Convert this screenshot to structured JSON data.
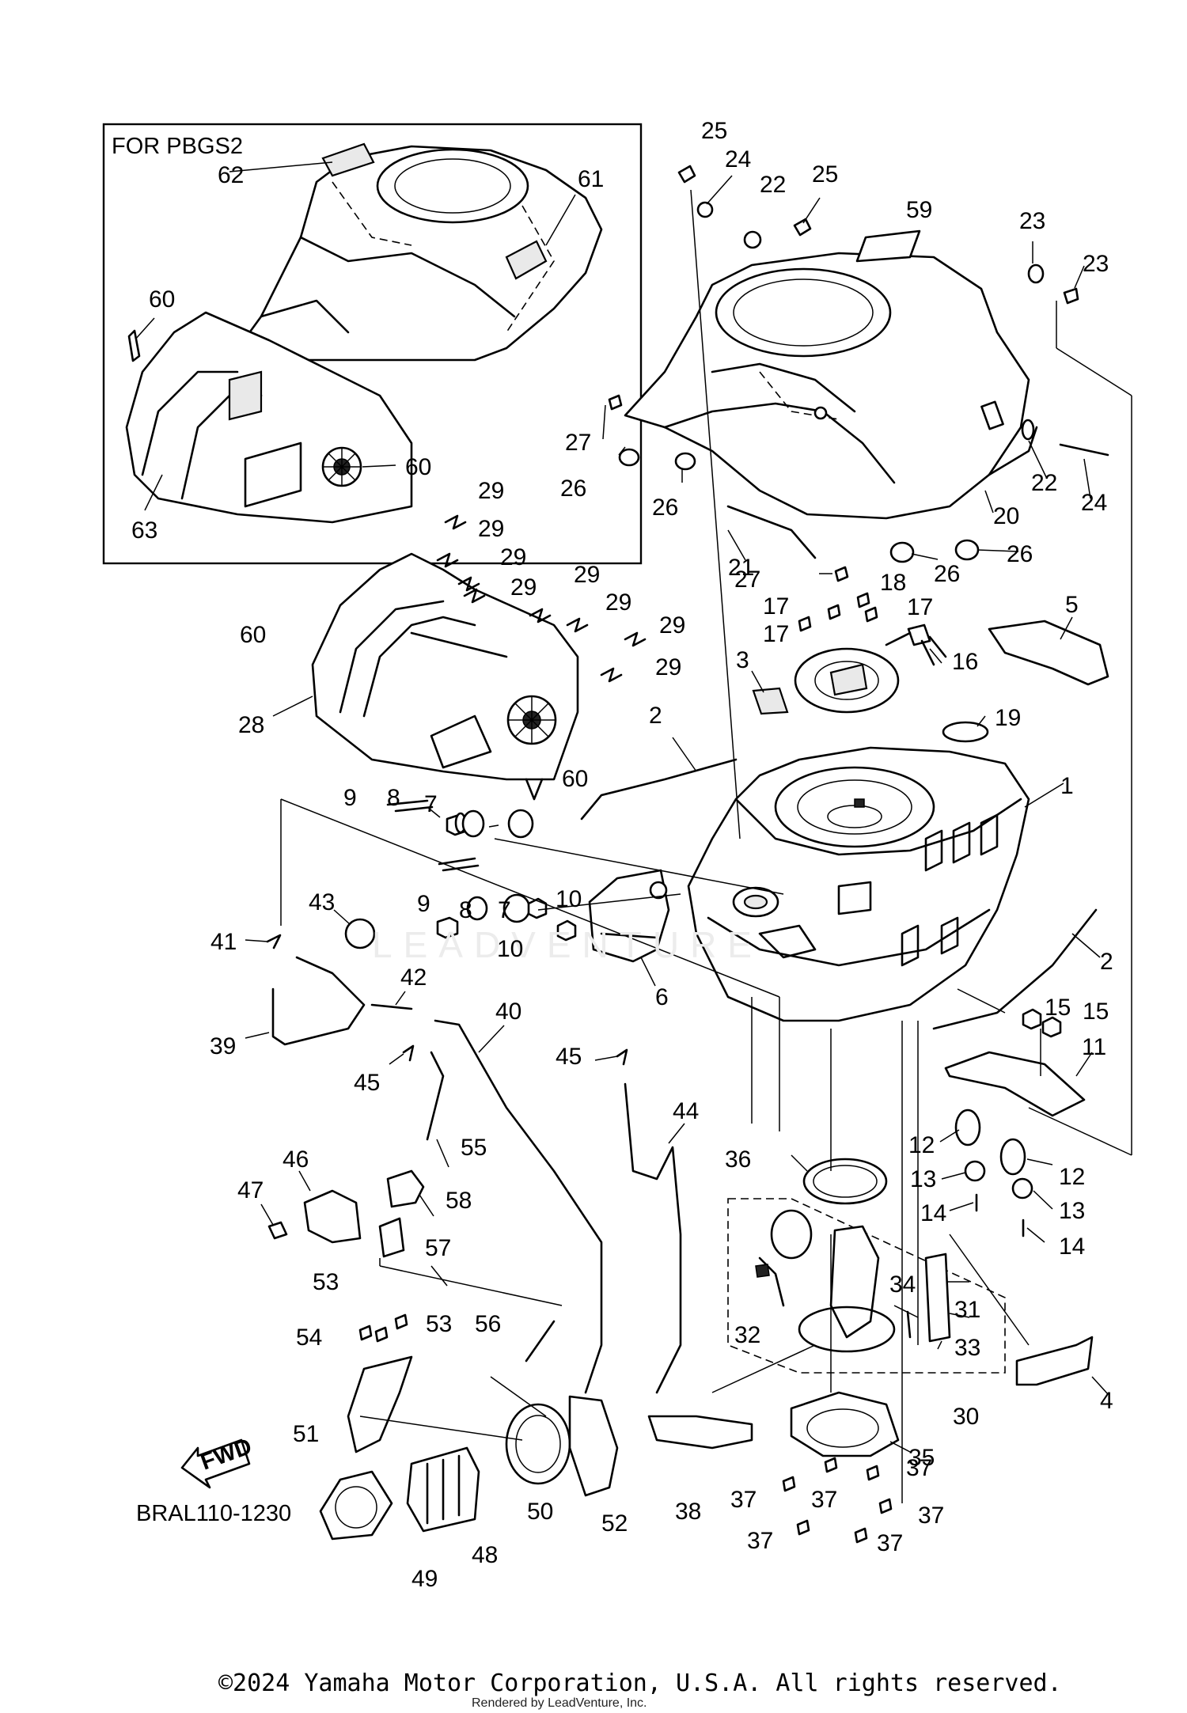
{
  "inset": {
    "title": "FOR PBGS2"
  },
  "diagram_code": "BRAL110-1230",
  "fwd_label": "FWD",
  "watermark": "LEADVENTURE",
  "copyright": "©2024 Yamaha Motor Corporation, U.S.A. All rights reserved.",
  "rendered_by": "Rendered by LeadVenture, Inc.",
  "callouts": [
    "1",
    "2",
    "2",
    "3",
    "4",
    "5",
    "6",
    "7",
    "7",
    "8",
    "8",
    "9",
    "9",
    "10",
    "10",
    "11",
    "12",
    "12",
    "13",
    "13",
    "14",
    "14",
    "15",
    "15",
    "16",
    "17",
    "17",
    "17",
    "18",
    "19",
    "20",
    "21",
    "22",
    "22",
    "23",
    "23",
    "24",
    "24",
    "25",
    "25",
    "26",
    "26",
    "26",
    "26",
    "27",
    "27",
    "28",
    "29",
    "29",
    "29",
    "29",
    "29",
    "29",
    "29",
    "29",
    "30",
    "31",
    "32",
    "33",
    "34",
    "35",
    "36",
    "37",
    "37",
    "37",
    "37",
    "37",
    "37",
    "38",
    "39",
    "40",
    "41",
    "42",
    "43",
    "44",
    "45",
    "45",
    "46",
    "47",
    "48",
    "49",
    "50",
    "51",
    "52",
    "53",
    "53",
    "54",
    "55",
    "56",
    "57",
    "58",
    "59",
    "60",
    "60",
    "60",
    "61",
    "62",
    "63"
  ]
}
